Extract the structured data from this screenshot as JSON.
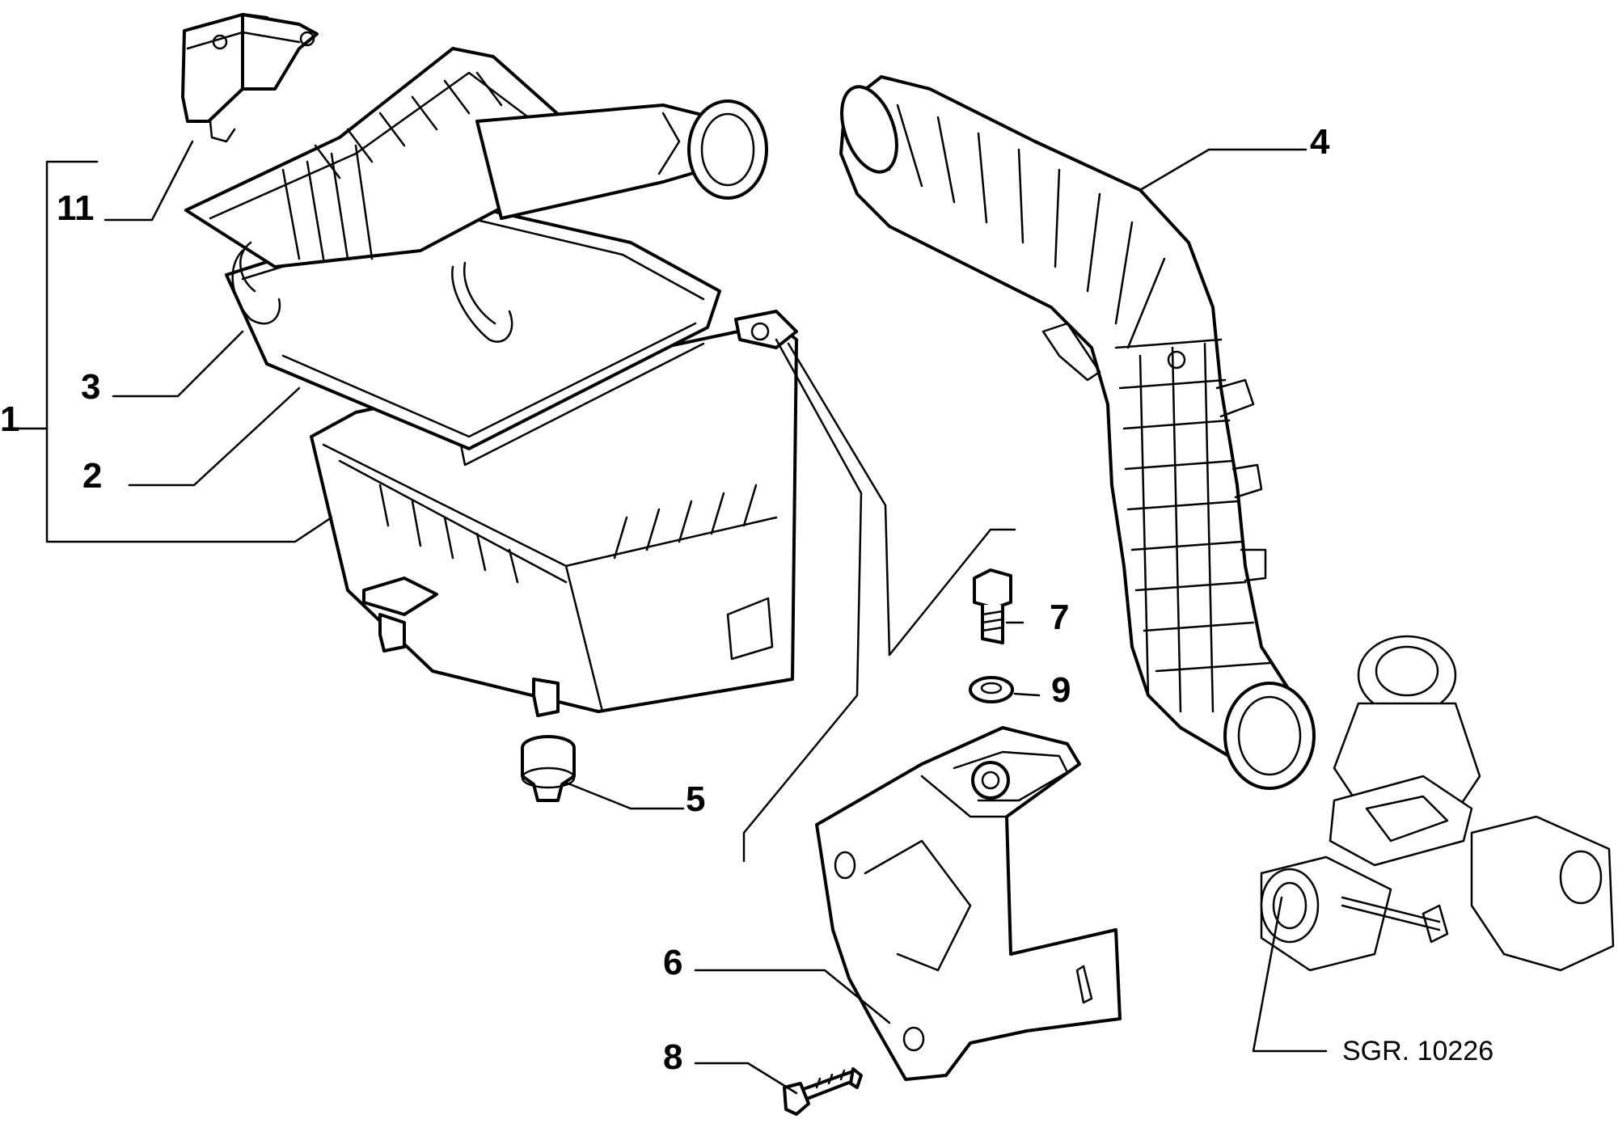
{
  "diagram": {
    "reference": "SGR. 10226",
    "callouts": {
      "c1": "1",
      "c2": "2",
      "c3": "3",
      "c4": "4",
      "c5": "5",
      "c6": "6",
      "c7": "7",
      "c8": "8",
      "c9": "9",
      "c11": "11"
    }
  }
}
